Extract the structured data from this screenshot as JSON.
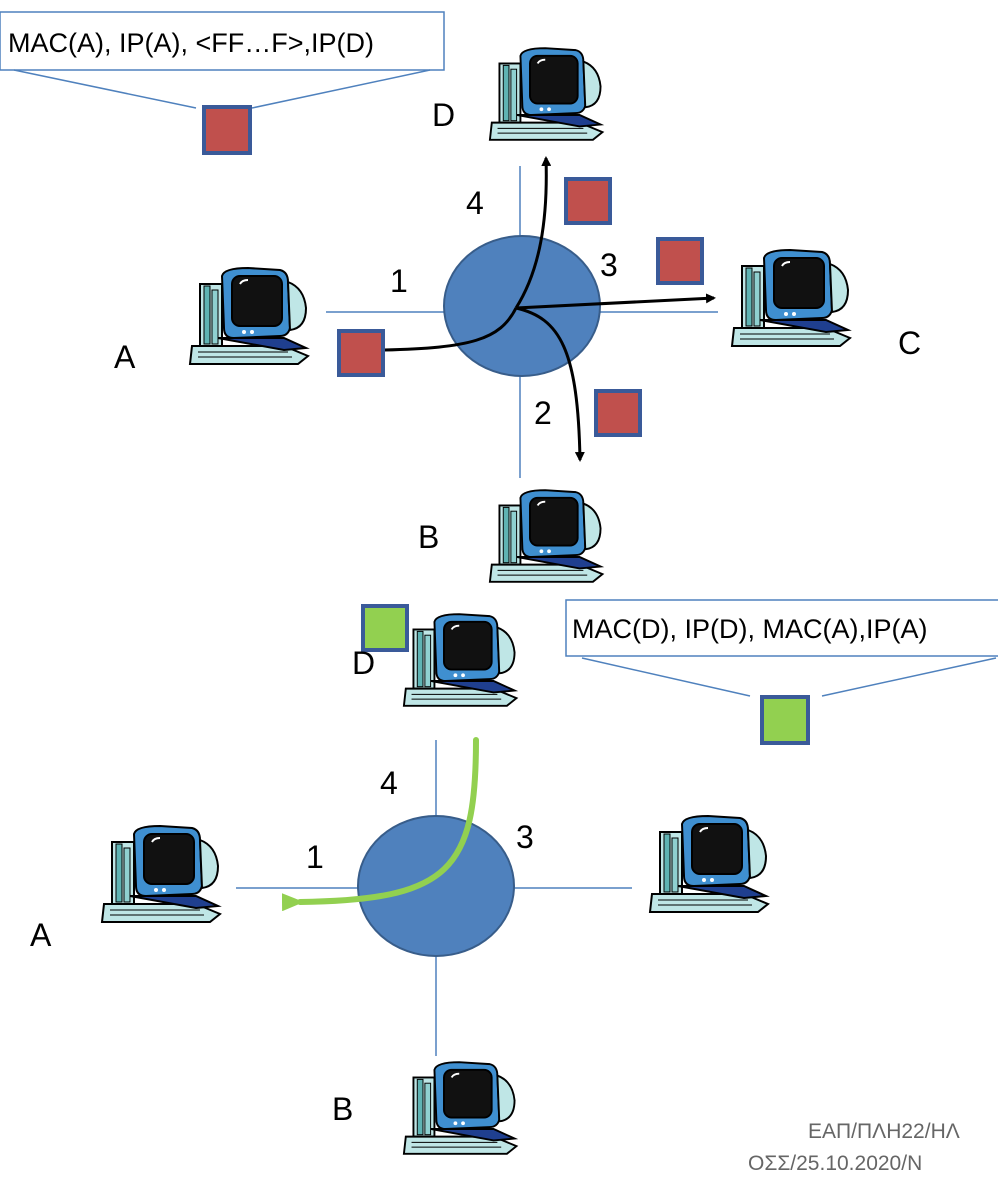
{
  "top": {
    "frame_text": "MAC(A), IP(A), <FF…F>,IP(D)",
    "labels": {
      "D": "D",
      "A": "A",
      "C": "C",
      "B": "B"
    },
    "ports": {
      "p1": "1",
      "p2": "2",
      "p3": "3",
      "p4": "4"
    }
  },
  "bottom": {
    "frame_text": "MAC(D), IP(D), MAC(A),IP(A)",
    "labels": {
      "D": "D",
      "A": "A",
      "B": "B"
    },
    "ports": {
      "p1": "1",
      "p3": "3",
      "p4": "4"
    }
  },
  "footer": {
    "line1": "ΕΑΠ/ΠΛΗ22/ΗΛ",
    "line2": "ΟΣΣ/25.10.2020/Ν"
  },
  "colors": {
    "request_packet": "#c0504d",
    "reply_packet": "#92d050",
    "packet_border": "#3a5a99",
    "switch_fill": "#4f81bd",
    "switch_stroke": "#385d8a",
    "link_line": "#4f81bd",
    "reply_arrow": "#92d050"
  }
}
